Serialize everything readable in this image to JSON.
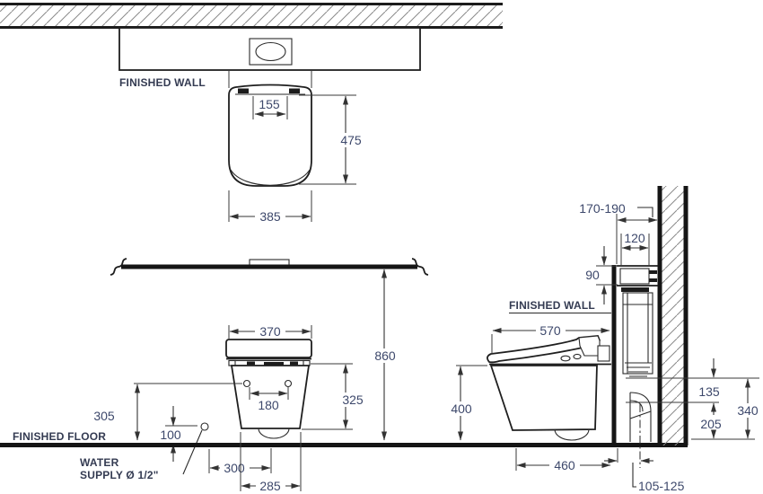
{
  "drawing_type": "wall-hung toilet installation dimensions",
  "colors": {
    "line": "#1c1c1c",
    "dimension_text": "#3d486b",
    "label_text": "#343b52"
  },
  "top_view": {
    "finished_wall_label": "FINISHED WALL",
    "hinge_width": "155",
    "depth": "475",
    "width": "385"
  },
  "front_view": {
    "seat_width": "370",
    "bowl_height": "325",
    "bolt_spacing": "180",
    "bolt_height": "305",
    "supply_height": "100",
    "flush_panel_height": "860",
    "supply_offset": "300",
    "base_width": "285",
    "finished_floor_label": "FINISHED FLOOR",
    "water_supply_label_line1": "WATER",
    "water_supply_label_line2": "SUPPLY Ø 1/2\""
  },
  "side_view": {
    "rough_in_depth": "170-190",
    "plate_width": "120",
    "plate_height": "90",
    "finished_wall_label": "FINISHED WALL",
    "depth_from_wall": "570",
    "rim_height": "400",
    "inlet_to_outlet": "135",
    "inlet_height": "340",
    "outlet_height": "205",
    "base_depth": "460",
    "outlet_offset": "105-125"
  }
}
